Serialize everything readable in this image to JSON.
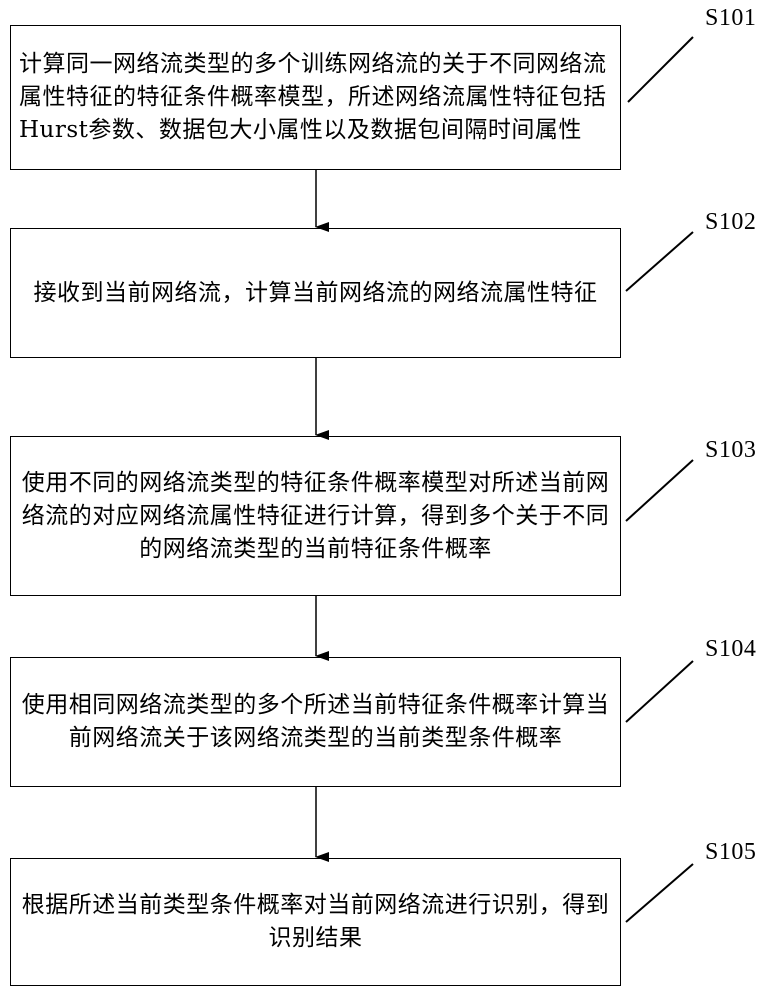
{
  "steps": [
    {
      "id": "S101",
      "text": "计算同一网络流类型的多个训练网络流的关于不同网络流属性特征的特征条件概率模型，所述网络流属性特征包括Hurst参数、数据包大小属性以及数据包间隔时间属性"
    },
    {
      "id": "S102",
      "text": "接收到当前网络流，计算当前网络流的网络流属性特征"
    },
    {
      "id": "S103",
      "text": "使用不同的网络流类型的特征条件概率模型对所述当前网络流的对应网络流属性特征进行计算，得到多个关于不同的网络流类型的当前特征条件概率"
    },
    {
      "id": "S104",
      "text": "使用相同网络流类型的多个所述当前特征条件概率计算当前网络流关于该网络流类型的当前类型条件概率"
    },
    {
      "id": "S105",
      "text": "根据所述当前类型条件概率对当前网络流进行识别，得到识别结果"
    }
  ]
}
